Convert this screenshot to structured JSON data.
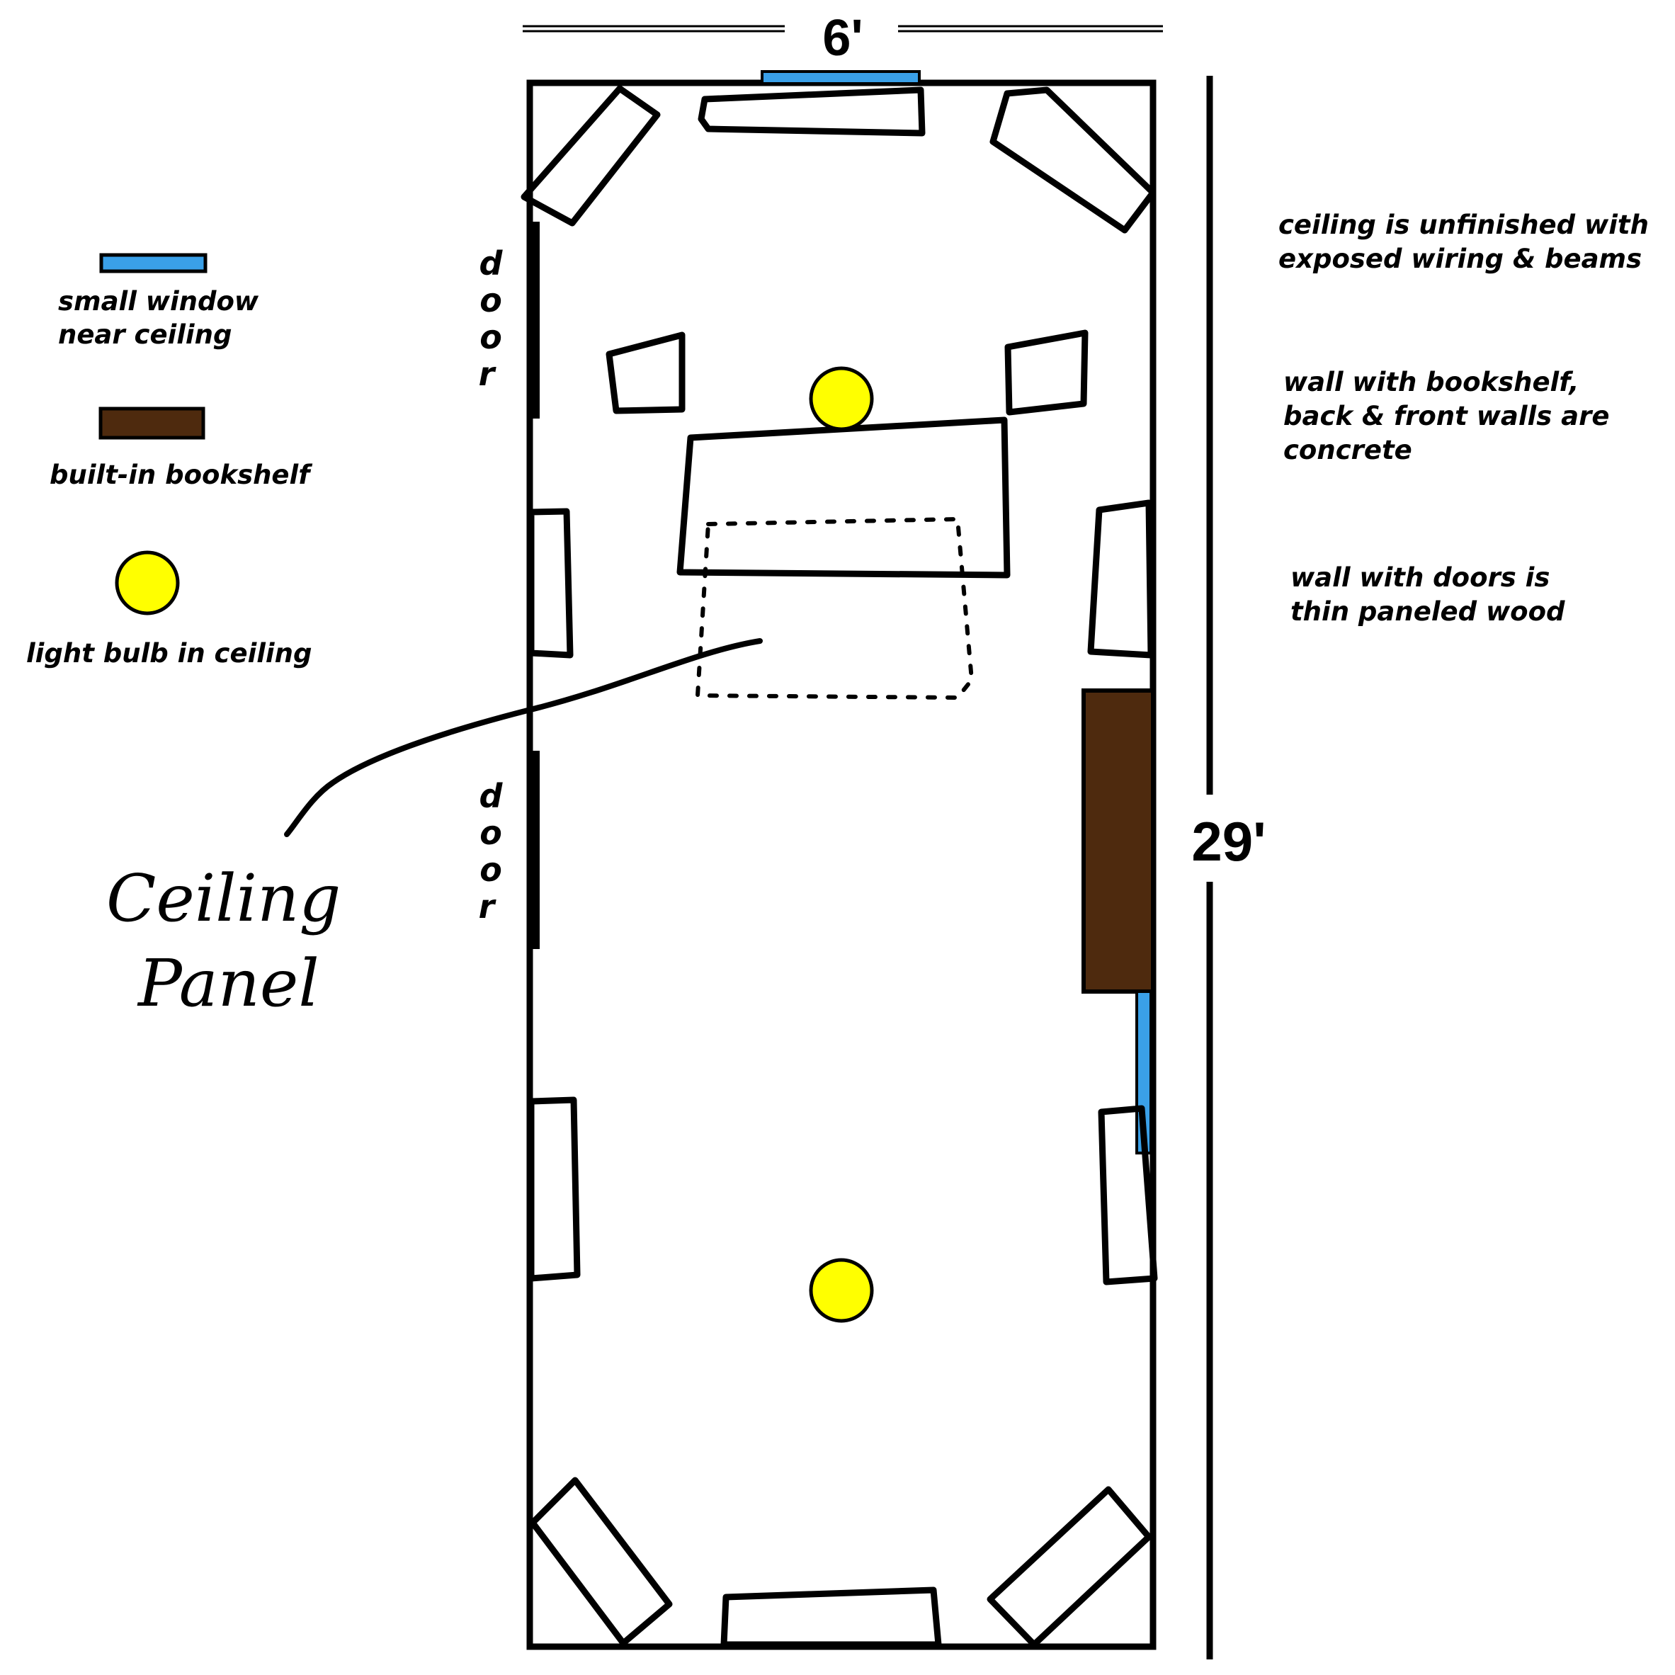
{
  "dimensions": {
    "width_label": "6'",
    "length_label": "29'"
  },
  "legend": {
    "window": {
      "line1": "small window",
      "line2": "near ceiling",
      "color": "#3aa0e8"
    },
    "bookshelf": {
      "label": "built-in bookshelf",
      "color": "#4e2a0e"
    },
    "light": {
      "label": "light bulb in ceiling",
      "color": "#ffff00"
    }
  },
  "notes": {
    "ceiling": {
      "line1": "ceiling is unfinished with",
      "line2": "exposed wiring & beams"
    },
    "walls": {
      "line1": "wall with bookshelf,",
      "line2": "back & front walls are",
      "line3": "concrete"
    },
    "doors": {
      "line1": "wall with doors is",
      "line2": "thin paneled wood"
    }
  },
  "doors": {
    "upper": [
      "d",
      "o",
      "o",
      "r"
    ],
    "lower": [
      "d",
      "o",
      "o",
      "r"
    ]
  },
  "annotation": {
    "line1": "Ceiling",
    "line2": "Panel"
  }
}
